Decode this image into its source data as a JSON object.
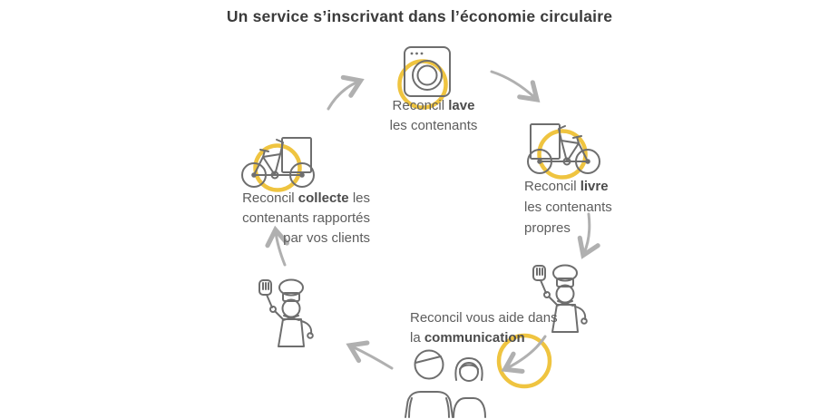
{
  "title": "Un service s’inscrivant dans l’économie circulaire",
  "colors": {
    "accent_yellow": "#EFC440",
    "icon_stroke": "#6e6e6e",
    "arrow_gray": "#b0b0b0",
    "label_text": "#5d5d5d",
    "title_text": "#3b3b3b"
  },
  "steps": {
    "wash": {
      "icon": "washing-machine-icon",
      "prefix": "Reconcil ",
      "keyword": "lave",
      "line2": "les contenants"
    },
    "deliver": {
      "icon": "cargo-bike-icon",
      "prefix": "Reconcil ",
      "keyword": "livre",
      "line2": "les contenants",
      "line3": "propres"
    },
    "communicate": {
      "icon": "chef-icon",
      "line1": "Reconcil vous aide dans",
      "prefix2": "la ",
      "keyword": "communication"
    },
    "collect": {
      "icon": "cargo-bike-icon",
      "prefix": "Reconcil ",
      "keyword": "collecte",
      "suffix": " les",
      "line2": "contenants rapportés",
      "line3": "par vos clients"
    }
  }
}
